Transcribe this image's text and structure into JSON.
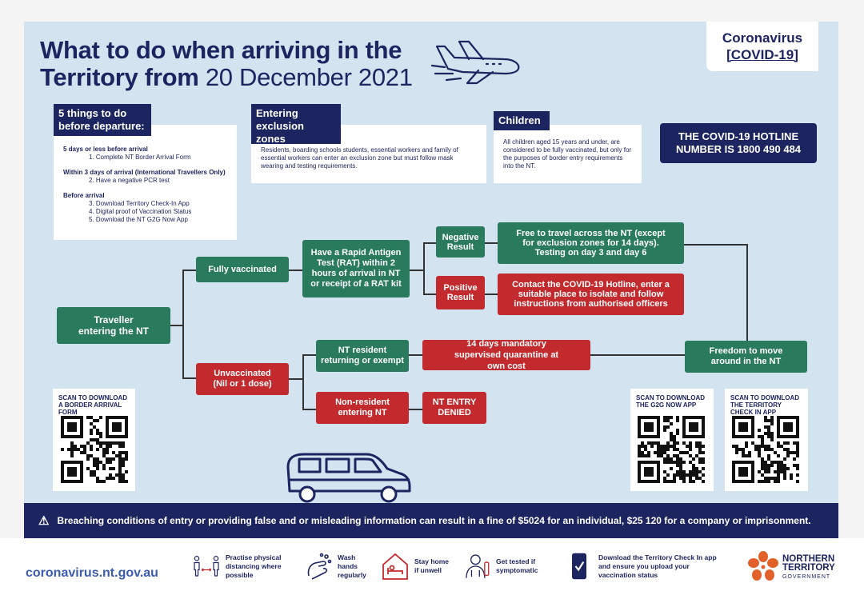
{
  "header": {
    "title_line1": "What to do when arriving in the",
    "title_line2_bold": "Territory from",
    "title_line2_light": "20 December 2021",
    "badge_line1": "Coronavirus",
    "badge_line2": "[COVID-19]"
  },
  "before_departure": {
    "heading_line1": "5 things to do",
    "heading_line2": "before departure:",
    "group1_title": "5 days or less before arrival",
    "group1_item1": "1. Complete NT Border Arrival Form",
    "group2_title": "Within 3 days of arrival (International Travellers Only)",
    "group2_item1": "2. Have a negative PCR test",
    "group3_title": "Before arrival",
    "group3_item1": "3. Download Territory Check-In App",
    "group3_item2": "4. Digital proof of Vaccination Status",
    "group3_item3": "5. Download the NT G2G Now App"
  },
  "exclusion_zones": {
    "heading_line1": "Entering",
    "heading_line2": "exclusion zones",
    "body": "Residents, boarding schools students, essential workers and family of essential workers can enter an exclusion zone but must follow mask wearing and testing requirements."
  },
  "children": {
    "heading": "Children",
    "body": "All children aged 15 years and under, are considered to be fully vaccinated, but only for the purposes of border entry requirements into the NT."
  },
  "hotline": {
    "line1": "THE COVID-19 HOTLINE",
    "line2": "NUMBER IS 1800 490 484"
  },
  "flow": {
    "traveller": "Traveller entering the NT",
    "fully_vaccinated": "Fully vaccinated",
    "rat": "Have a Rapid Antigen Test (RAT) within 2 hours of arrival in NT or receipt of a RAT kit",
    "negative": "Negative Result",
    "positive": "Positive Result",
    "negative_outcome": "Free to travel across the NT (except for exclusion zones for 14 days). Testing on day 3 and day 6",
    "positive_outcome": "Contact the COVID-19 Hotline, enter a suitable place to isolate and follow instructions from authorised officers",
    "unvaccinated": "Unvaccinated (Nil or 1 dose)",
    "nt_resident": "NT resident returning or exempt",
    "quarantine": "14 days mandatory supervised quarantine at own cost",
    "non_resident": "Non-resident entering NT",
    "denied": "NT ENTRY DENIED",
    "freedom": "Freedom to move around in the NT"
  },
  "qr": {
    "border_form": "SCAN TO DOWNLOAD A BORDER ARRIVAL FORM",
    "g2g": "SCAN TO DOWNLOAD THE G2G NOW APP",
    "checkin": "SCAN TO DOWNLOAD THE TERRITORY CHECK IN APP"
  },
  "warning": "Breaching conditions of entry or providing false and or misleading information can result in a fine of $5024 for an individual, $25 120 for a company or imprisonment.",
  "footer": {
    "url": "coronavirus.nt.gov.au",
    "tip1": "Practise physical distancing where possible",
    "tip2": "Wash hands regularly",
    "tip3": "Stay home if unwell",
    "tip4": "Get tested if symptomatic",
    "tip5": "Download the Territory Check In app and ensure you upload your vaccination status",
    "gov_line1": "NORTHERN",
    "gov_line2": "TERRITORY",
    "gov_line3": "GOVERNMENT"
  },
  "colors": {
    "navy": "#1d2560",
    "green": "#2a7a5e",
    "red": "#c32a2e",
    "background": "#d4e3f0"
  }
}
